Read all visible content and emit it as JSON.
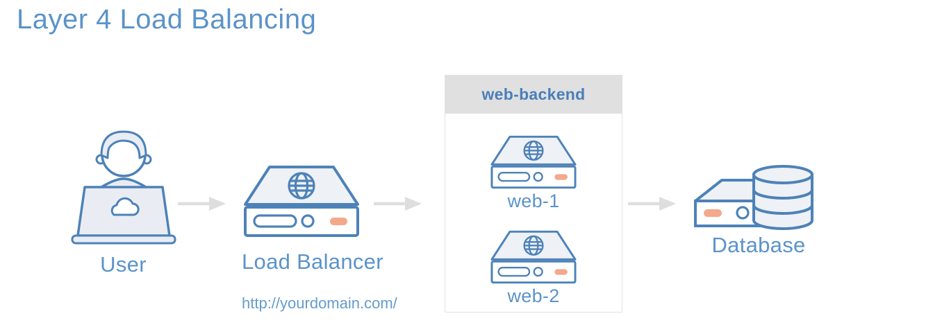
{
  "title": "Layer 4 Load Balancing",
  "nodes": {
    "user": {
      "label": "User"
    },
    "load_balancer": {
      "label": "Load Balancer",
      "url": "http://yourdomain.com/"
    },
    "backend_group": {
      "label": "web-backend",
      "servers": [
        {
          "label": "web-1"
        },
        {
          "label": "web-2"
        }
      ]
    },
    "database": {
      "label": "Database"
    }
  },
  "icons": {
    "user": "user-at-laptop-icon",
    "load_balancer": "globe-server-icon",
    "web_server": "globe-server-icon",
    "database": "database-server-icon",
    "flow_arrow": "arrow-right-icon"
  },
  "colors": {
    "title_blue": "#5b93c9",
    "stroke_blue": "#4d82b8",
    "header_text_blue": "#4a7fb8",
    "icon_fill": "#eef1f5",
    "led_orange": "#f2a98c",
    "arrow_gray": "#dedede",
    "group_header_bg": "#e0e0e1",
    "group_border": "#e2e2e2",
    "background": "#ffffff"
  }
}
